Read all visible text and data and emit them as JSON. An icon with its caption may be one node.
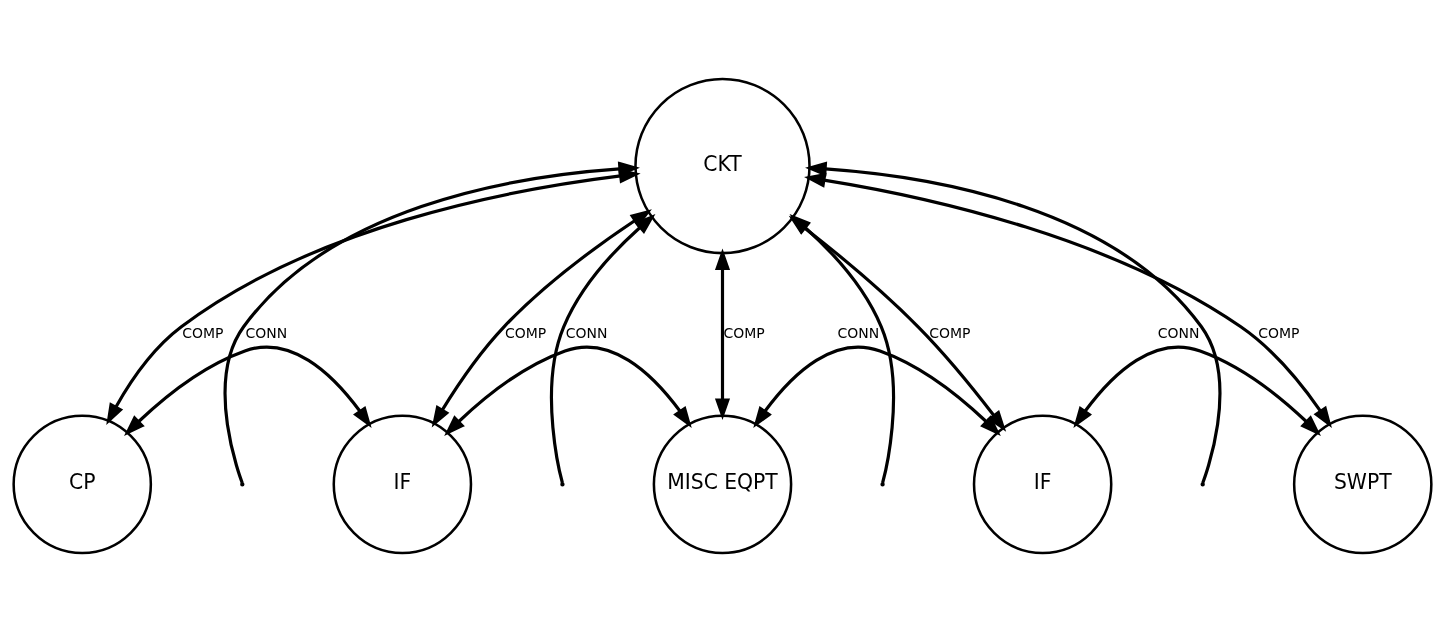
{
  "diagram": {
    "nodes": [
      {
        "text": [
          "CKT"
        ]
      },
      {
        "text": [
          "CP"
        ]
      },
      {
        "text": [
          "IF"
        ]
      },
      {
        "text": [
          "MISC EQPT"
        ]
      },
      {
        "text": [
          "IF"
        ]
      },
      {
        "text": [
          "SWPT"
        ]
      }
    ],
    "edges": [
      {
        "from": 0,
        "to": 1,
        "arrow": "both",
        "label": "COMP"
      },
      {
        "from": 0,
        "to": 2,
        "arrow": "both",
        "label": "COMP"
      },
      {
        "from": 0,
        "to": 3,
        "arrow": "both",
        "label": "COMP"
      },
      {
        "from": 0,
        "to": 4,
        "arrow": "both",
        "label": "COMP"
      },
      {
        "from": 0,
        "to": 5,
        "arrow": "both",
        "label": "COMP"
      },
      {
        "from": 1,
        "to": 2,
        "arrow": "both",
        "label": "CONN"
      },
      {
        "from": 2,
        "to": 3,
        "arrow": "both",
        "label": "CONN"
      },
      {
        "from": 3,
        "to": 4,
        "arrow": "both",
        "label": "CONN"
      },
      {
        "from": 4,
        "to": 5,
        "arrow": "both",
        "label": "CONN"
      },
      {
        "from": null,
        "to": 0,
        "arrow": "to"
      },
      {
        "from": null,
        "to": 0,
        "arrow": "to"
      },
      {
        "from": null,
        "to": 0,
        "arrow": "to"
      },
      {
        "from": null,
        "to": 0,
        "arrow": "to"
      }
    ]
  }
}
